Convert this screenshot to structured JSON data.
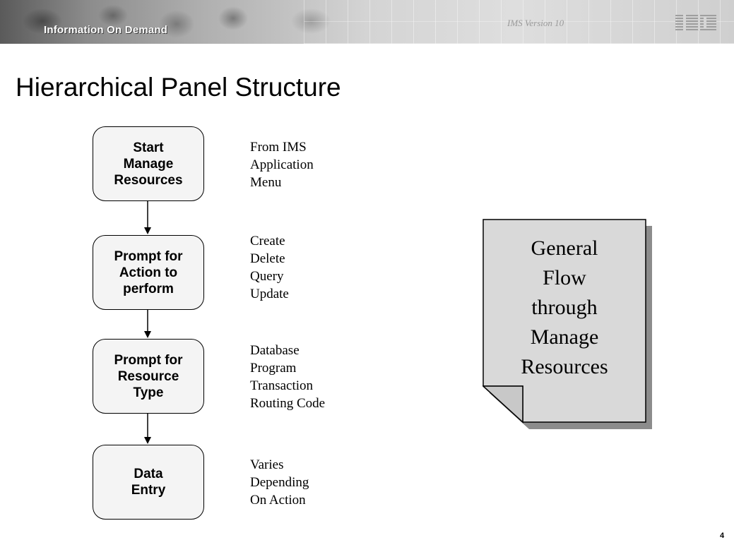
{
  "header": {
    "tagline": "Information On Demand",
    "version": "IMS Version 10",
    "logo": "IBM"
  },
  "title": "Hierarchical Panel Structure",
  "flow": [
    {
      "label": "Start\nManage\nResources",
      "options": [
        "From IMS",
        "Application",
        "Menu"
      ]
    },
    {
      "label": "Prompt for\nAction to\nperform",
      "options": [
        "Create",
        "Delete",
        "Query",
        "Update"
      ]
    },
    {
      "label": "Prompt for\nResource\nType",
      "options": [
        "Database",
        "Program",
        "Transaction",
        "Routing Code"
      ]
    },
    {
      "label": "Data\nEntry",
      "options": [
        "Varies",
        "Depending",
        "On Action"
      ]
    }
  ],
  "note": {
    "text": "General\nFlow\nthrough\nManage\nResources"
  },
  "page_number": "4",
  "colors": {
    "box_fill": "#f4f4f4",
    "note_fill": "#d9d9d9",
    "note_shadow": "#8c8c8c"
  }
}
